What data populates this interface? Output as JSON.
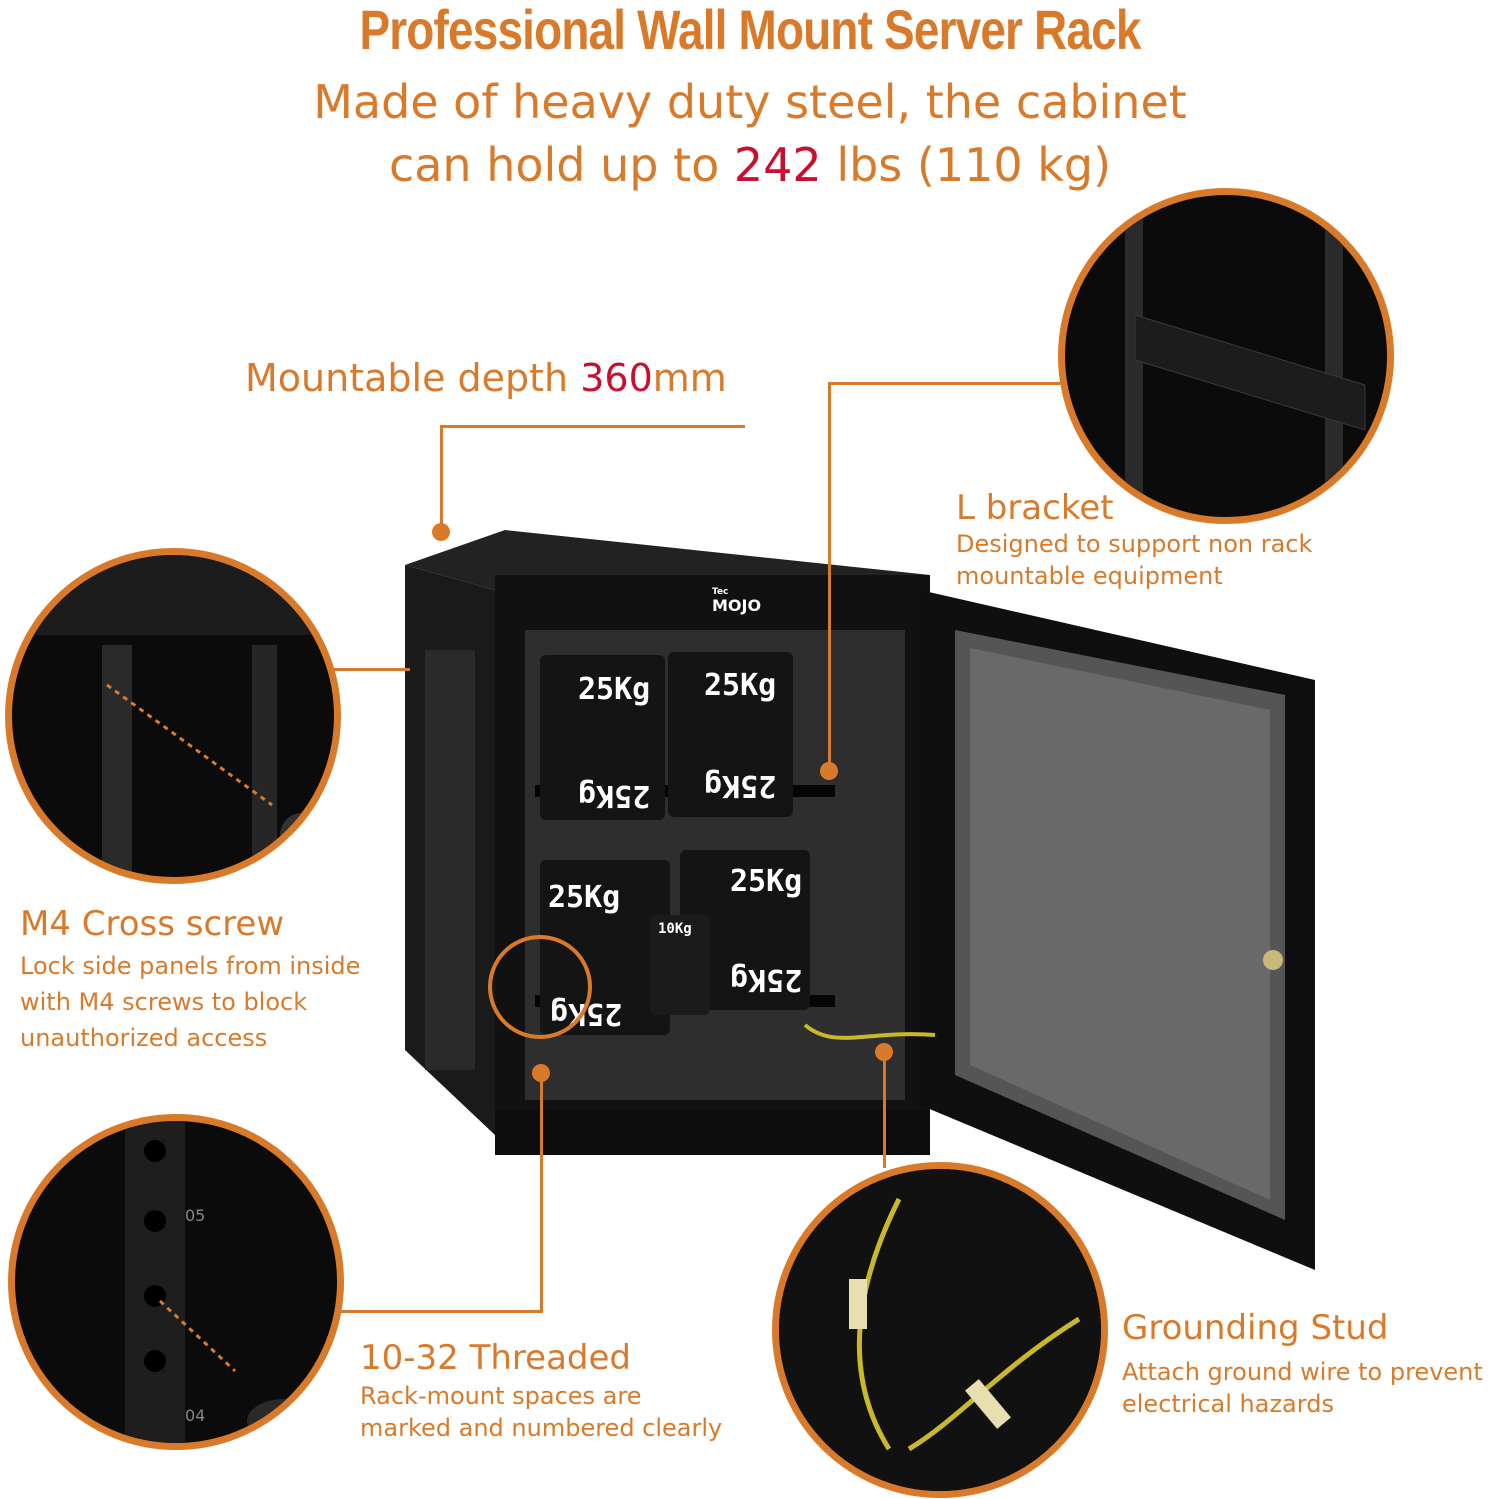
{
  "header": {
    "title": "Professional Wall Mount Server Rack",
    "subtitle_line1": "Made of heavy duty steel, the cabinet",
    "subtitle_line2_prefix": "can hold up to ",
    "subtitle_line2_highlight": "242",
    "subtitle_line2_suffix": " lbs (110 kg)"
  },
  "depth": {
    "prefix": "Mountable depth ",
    "highlight": "360",
    "suffix": "mm"
  },
  "callouts": {
    "l_bracket": {
      "title": "L bracket",
      "line1": "Designed to support non rack",
      "line2": "mountable equipment"
    },
    "m4_screw": {
      "title": "M4 Cross screw",
      "line1": "Lock side panels from inside",
      "line2": "with M4 screws to block",
      "line3": "unauthorized access"
    },
    "threaded": {
      "title": "10-32 Threaded",
      "line1": "Rack-mount spaces are",
      "line2": "marked and numbered clearly"
    },
    "grounding": {
      "title": "Grounding Stud",
      "line1": "Attach ground wire to prevent",
      "line2": "electrical hazards"
    }
  },
  "product": {
    "brand_small": "Tec",
    "brand": "MOJO",
    "weights": [
      "25Kg",
      "25Kg",
      "25Kg",
      "25Kg",
      "10Kg"
    ],
    "rail_numbers": [
      "05",
      "04"
    ]
  },
  "colors": {
    "accent": "#d97a2b",
    "highlight": "#c8102e",
    "cabinet": "#111111"
  }
}
